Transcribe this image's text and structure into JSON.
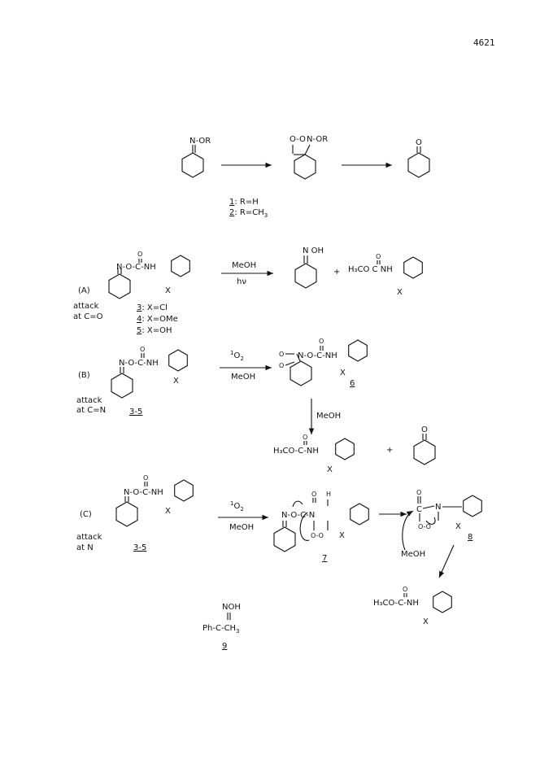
{
  "page_number": "4621",
  "scheme1": {
    "reactant_sub": "N-OR",
    "intermediate_sub_a": "O-O",
    "intermediate_sub_b": "N-OR",
    "product_sub": "O",
    "label1_num": "1",
    "label1_text": ": R=H",
    "label2_num": "2",
    "label2_text": ": R=CH",
    "label2_sub": "3"
  },
  "pathA": {
    "tag": "(A)",
    "desc1": "attack",
    "desc2": "at C=O",
    "reactant_frag": "N-O-C-NH",
    "reactant_o": "O",
    "reactant_x": "X",
    "reagent_top": "MeOH",
    "reagent_bottom": "hν",
    "product1_sub": "N OH",
    "plus": "+",
    "product2_frag": "H₃CO C NH",
    "product2_o": "O",
    "product2_x": "X",
    "cmpd3_num": "3",
    "cmpd3_text": ": X=Cl",
    "cmpd4_num": "4",
    "cmpd4_text": ": X=OMe",
    "cmpd5_num": "5",
    "cmpd5_text": ": X=OH"
  },
  "pathB": {
    "tag": "(B)",
    "desc1": "attack",
    "desc2": "at C=N",
    "cmpd_range": "3-5",
    "reactant_frag": "N-O-C-NH",
    "reactant_o": "O",
    "reactant_x": "X",
    "reagent_top_sup": "1",
    "reagent_top": "O",
    "reagent_top_sub": "2",
    "reagent_bottom": "MeOH",
    "intermediate_frag": "N-O-C-NH",
    "intermediate_o": "O",
    "intermediate_ring_o1": "O",
    "intermediate_ring_o2": "O",
    "intermediate_x": "X",
    "intermediate_num": "6",
    "down_reagent": "MeOH",
    "product_frag": "H₃CO-C-NH",
    "product_o": "O",
    "product_x": "X",
    "plus": "+",
    "ketone_o": "O"
  },
  "pathC": {
    "tag": "(C)",
    "desc1": "attack",
    "desc2": "at N",
    "cmpd_range": "3-5",
    "reactant_frag": "N-O-C-NH",
    "reactant_o": "O",
    "reactant_x": "X",
    "reagent_top_sup": "1",
    "reagent_top": "O",
    "reagent_top_sub": "2",
    "reagent_bottom": "MeOH",
    "intermediate_frag": "N-O-C-N",
    "intermediate_o": "O",
    "intermediate_h": "H",
    "intermediate_peroxide": "O-O",
    "intermediate_x": "X",
    "intermediate_num": "7",
    "cyclic_c": "C",
    "cyclic_o": "O",
    "cyclic_n": "N",
    "cyclic_oo": "O-O",
    "cyclic_x": "X",
    "cyclic_num": "8",
    "meoh": "MeOH",
    "product_frag": "H₃CO-C-NH",
    "product_o": "O",
    "product_x": "X"
  },
  "cmpd9": {
    "top": "NOH",
    "formula": "Ph-C-CH",
    "formula_sub": "3",
    "num": "9"
  }
}
